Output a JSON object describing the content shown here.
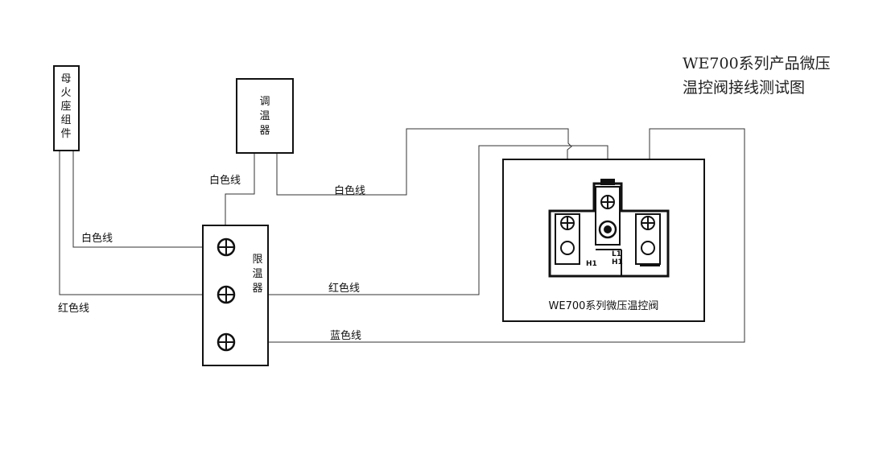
{
  "title": {
    "line1": "WE700系列产品微压",
    "line2": "温控阀接线测试图"
  },
  "components": {
    "socket": {
      "label": [
        "母",
        "火",
        "座",
        "组",
        "件"
      ]
    },
    "thermostat": {
      "label": [
        "调",
        "温",
        "器"
      ]
    },
    "limiter": {
      "label": [
        "限",
        "温",
        "器"
      ]
    },
    "valve": {
      "label": "WE700系列微压温控阀",
      "marks": [
        "H1",
        "H1",
        "L1"
      ]
    }
  },
  "wires": {
    "thermostat_to_limiter": "白色线",
    "thermostat_to_valve": "白色线",
    "socket_to_limiter": "白色线",
    "socket_red": "红色线",
    "limiter_to_valve_red": "红色线",
    "limiter_to_valve_blue": "蓝色线"
  }
}
